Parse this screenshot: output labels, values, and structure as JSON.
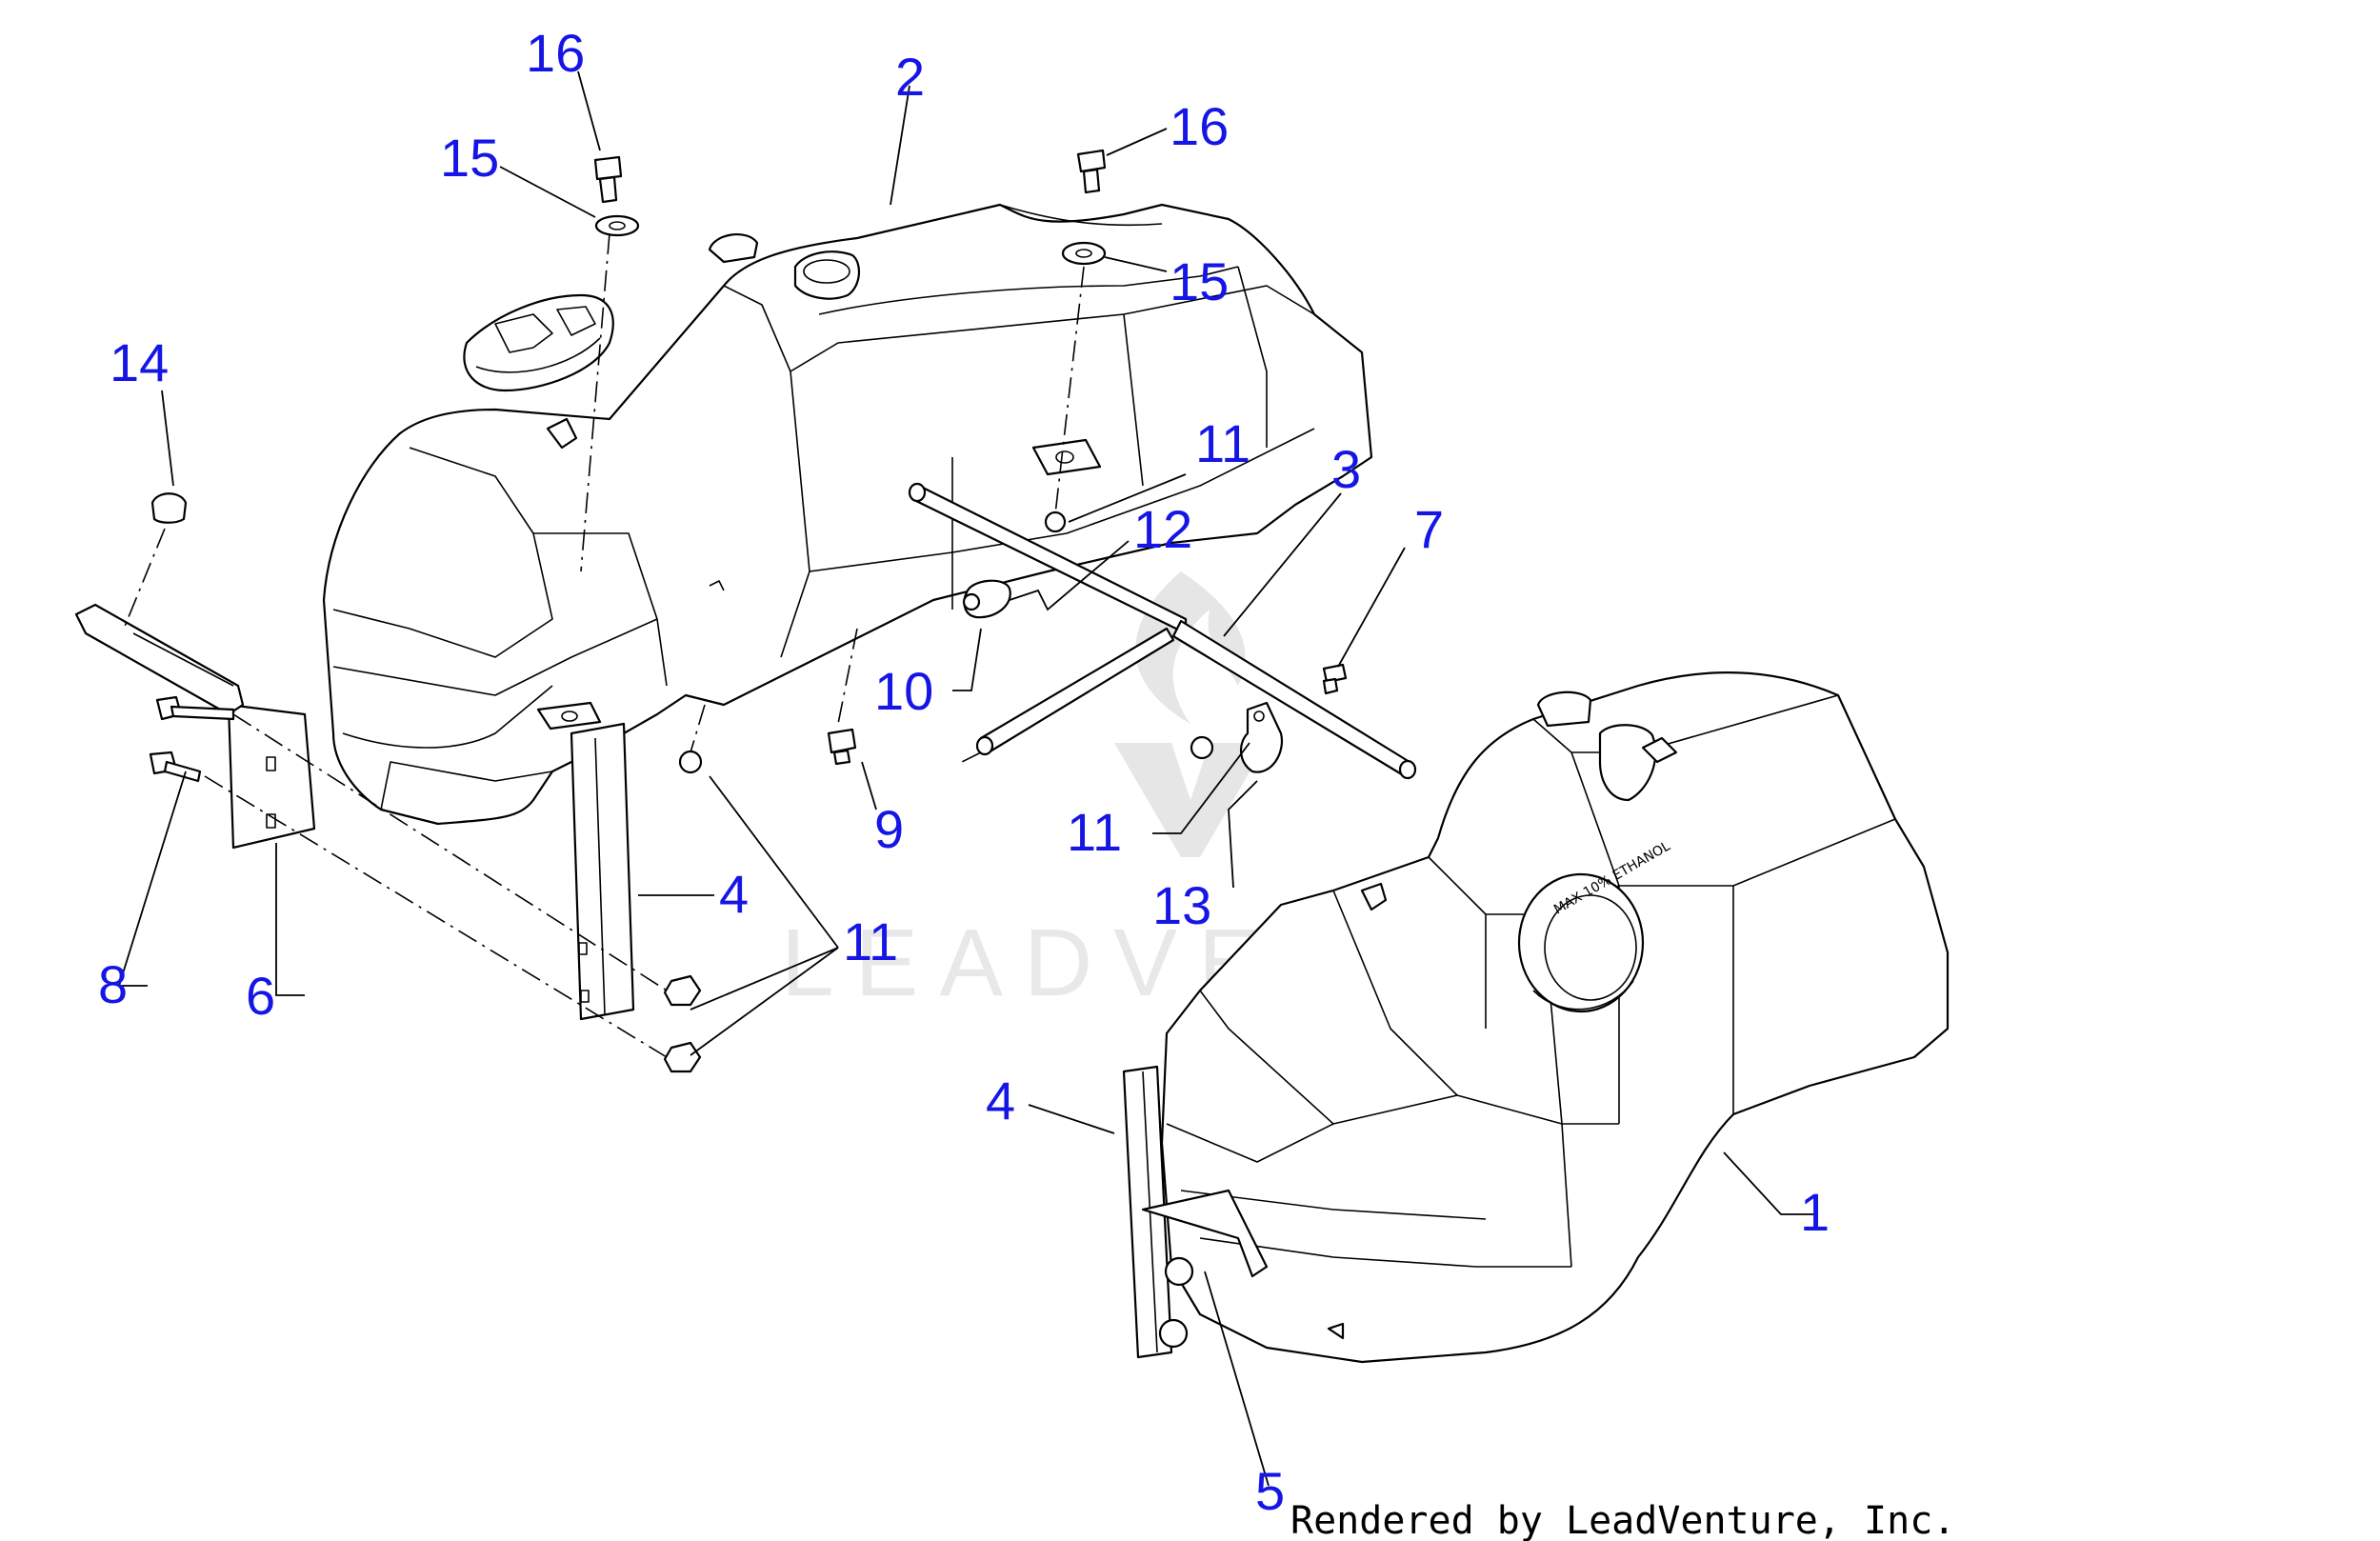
{
  "diagram": {
    "callouts": [
      "1",
      "2",
      "3",
      "4",
      "4",
      "5",
      "6",
      "7",
      "8",
      "9",
      "10",
      "11",
      "11",
      "11",
      "11",
      "11",
      "12",
      "13",
      "14",
      "15",
      "15",
      "16",
      "16"
    ],
    "watermark": "LEADVENTURE",
    "credit": "Rendered by LeadVenture, Inc.",
    "colors": {
      "callout": "#1515e6",
      "line": "#000000",
      "watermark": "#d6d6d6",
      "background": "#ffffff"
    }
  }
}
